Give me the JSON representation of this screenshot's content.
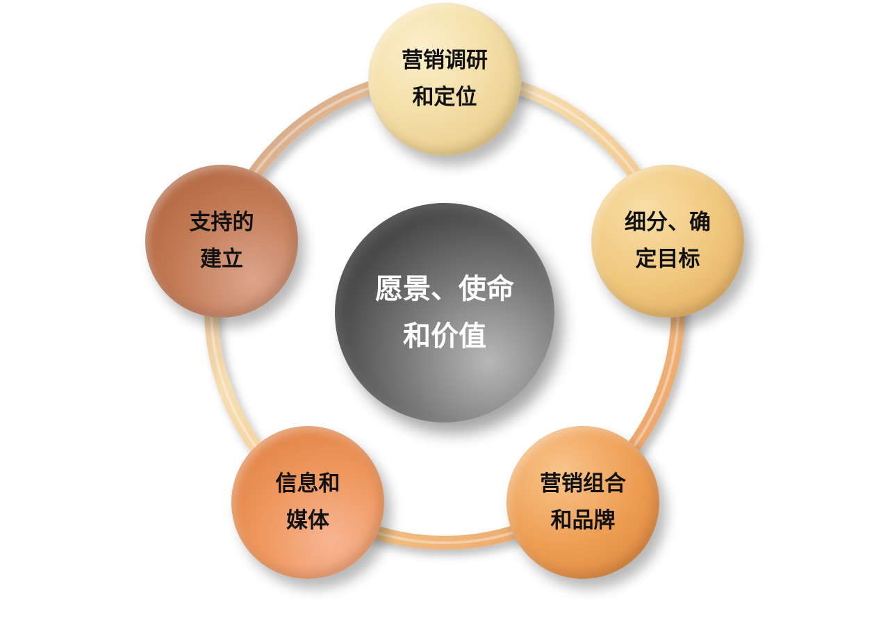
{
  "diagram": {
    "center": {
      "label": "愿景、使命\n和价值",
      "color": "#4a4a4a"
    },
    "nodes": [
      {
        "id": "top",
        "label": "营销调研\n和定位",
        "color": "#f4dfa8"
      },
      {
        "id": "right",
        "label": "细分、确\n定目标",
        "color": "#f0c77e"
      },
      {
        "id": "bottomright",
        "label": "营销组合\n和品牌",
        "color": "#ee9f55"
      },
      {
        "id": "bottomleft",
        "label": "信息和\n媒体",
        "color": "#ef985f"
      },
      {
        "id": "left",
        "label": "支持的\n建立",
        "color": "#c27a55"
      }
    ]
  }
}
